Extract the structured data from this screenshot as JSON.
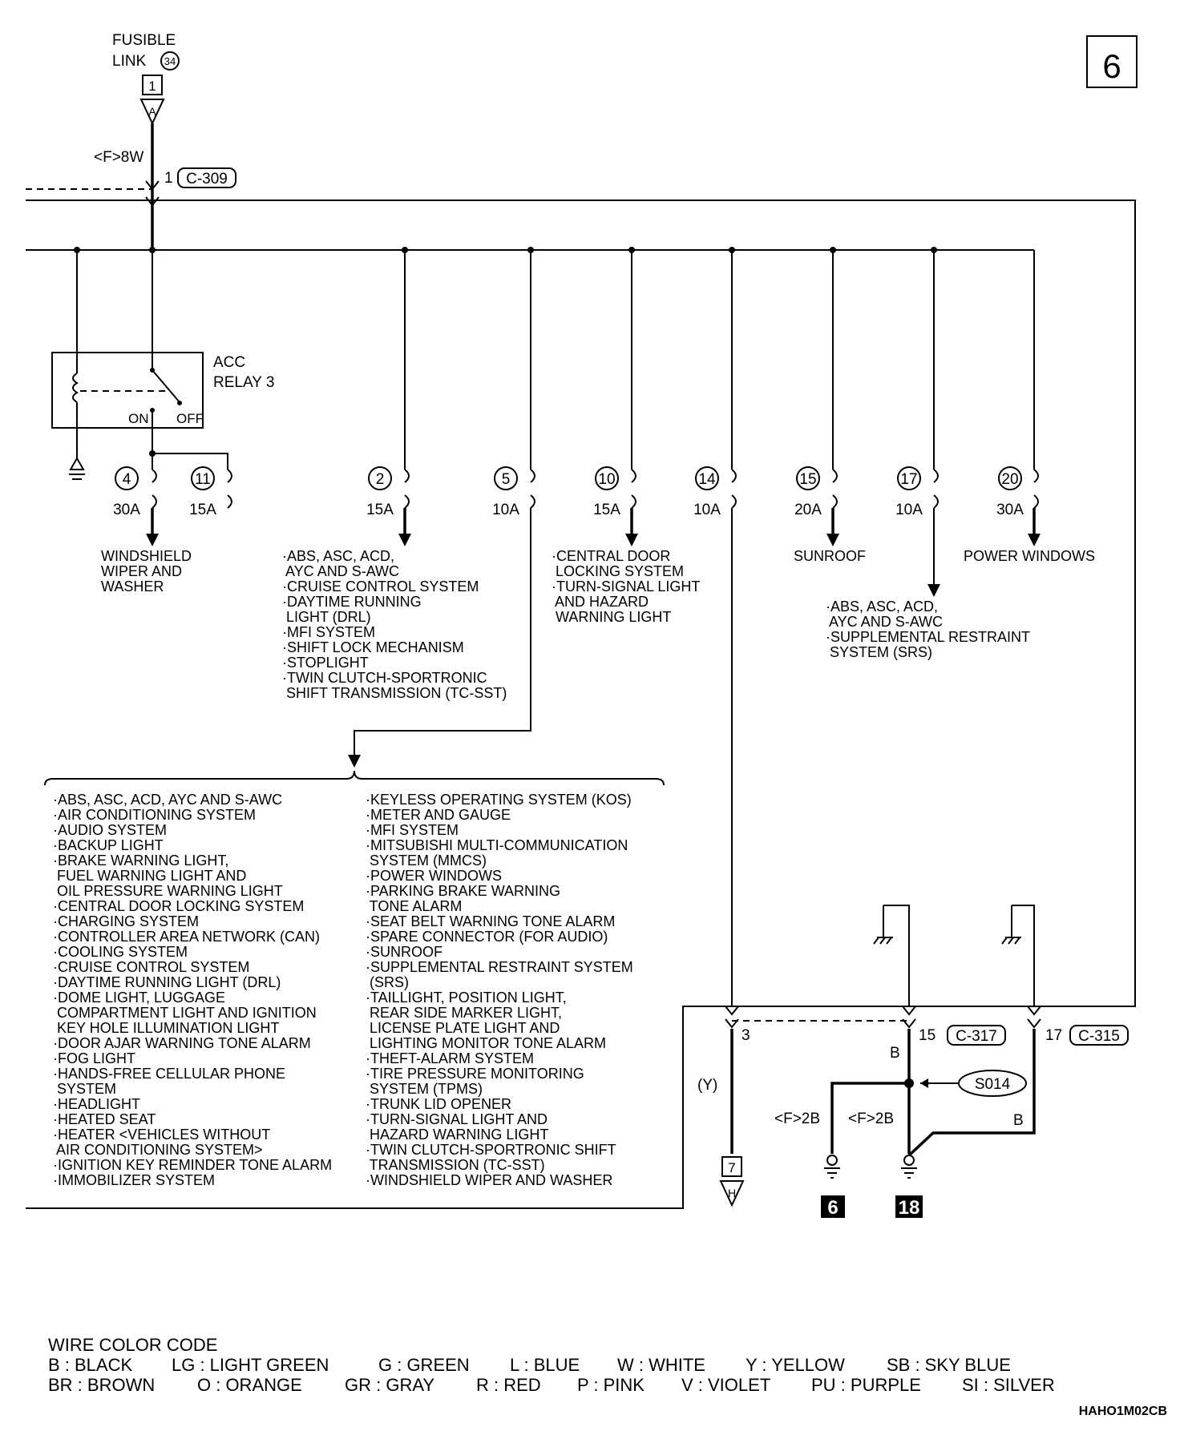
{
  "page_number": "6",
  "fusible_link": {
    "line1": "FUSIBLE",
    "line2": "LINK",
    "number": "34",
    "connector_pin": "1",
    "off_page": "A"
  },
  "source_wire": "<F>8W",
  "source_connector": {
    "pin": "1",
    "id": "C-309"
  },
  "relay": {
    "line1": "ACC",
    "line2": "RELAY 3",
    "on": "ON",
    "off": "OFF"
  },
  "fuses": [
    {
      "num": "4",
      "amp": "30A",
      "load": [
        "WINDSHIELD",
        "WIPER AND",
        "WASHER"
      ]
    },
    {
      "num": "11",
      "amp": "15A",
      "load": []
    },
    {
      "num": "2",
      "amp": "15A",
      "load": [
        "·ABS, ASC, ACD,",
        " AYC AND S-AWC",
        "·CRUISE CONTROL SYSTEM",
        "·DAYTIME RUNNING",
        " LIGHT (DRL)",
        "·MFI SYSTEM",
        "·SHIFT LOCK MECHANISM",
        "·STOPLIGHT",
        "·TWIN CLUTCH-SPORTRONIC",
        " SHIFT TRANSMISSION (TC-SST)"
      ]
    },
    {
      "num": "5",
      "amp": "10A",
      "load": []
    },
    {
      "num": "10",
      "amp": "15A",
      "load": [
        "·CENTRAL DOOR",
        " LOCKING SYSTEM",
        "·TURN-SIGNAL LIGHT",
        " AND HAZARD",
        " WARNING LIGHT"
      ]
    },
    {
      "num": "14",
      "amp": "10A",
      "load": []
    },
    {
      "num": "15",
      "amp": "20A",
      "load": [
        "SUNROOF"
      ]
    },
    {
      "num": "17",
      "amp": "10A",
      "load": [
        "·ABS, ASC, ACD,",
        " AYC AND S-AWC",
        "·SUPPLEMENTAL RESTRAINT",
        " SYSTEM (SRS)"
      ]
    },
    {
      "num": "20",
      "amp": "30A",
      "load": [
        "POWER WINDOWS"
      ]
    }
  ],
  "fuse5_systems_left": [
    "·ABS, ASC, ACD, AYC AND S-AWC",
    "·AIR CONDITIONING SYSTEM",
    "·AUDIO SYSTEM",
    "·BACKUP LIGHT",
    "·BRAKE WARNING LIGHT,",
    " FUEL WARNING LIGHT AND",
    " OIL PRESSURE WARNING LIGHT",
    "·CENTRAL DOOR LOCKING SYSTEM",
    "·CHARGING SYSTEM",
    "·CONTROLLER AREA NETWORK (CAN)",
    "·COOLING SYSTEM",
    "·CRUISE CONTROL SYSTEM",
    "·DAYTIME RUNNING LIGHT (DRL)",
    "·DOME LIGHT, LUGGAGE",
    " COMPARTMENT LIGHT AND IGNITION",
    " KEY HOLE ILLUMINATION LIGHT",
    "·DOOR AJAR WARNING TONE ALARM",
    "·FOG LIGHT",
    "·HANDS-FREE CELLULAR PHONE",
    " SYSTEM",
    "·HEADLIGHT",
    "·HEATED SEAT",
    "·HEATER <VEHICLES WITHOUT",
    " AIR CONDITIONING SYSTEM>",
    "·IGNITION KEY REMINDER TONE ALARM",
    "·IMMOBILIZER SYSTEM"
  ],
  "fuse5_systems_right": [
    "·KEYLESS OPERATING SYSTEM (KOS)",
    "·METER AND GAUGE",
    "·MFI SYSTEM",
    "·MITSUBISHI MULTI-COMMUNICATION",
    " SYSTEM (MMCS)",
    "·POWER WINDOWS",
    "·PARKING BRAKE WARNING",
    " TONE ALARM",
    "·SEAT BELT WARNING TONE ALARM",
    "·SPARE CONNECTOR (FOR AUDIO)",
    "·SUNROOF",
    "·SUPPLEMENTAL RESTRAINT SYSTEM",
    " (SRS)",
    "·TAILLIGHT, POSITION LIGHT,",
    " REAR SIDE MARKER LIGHT,",
    " LICENSE PLATE LIGHT AND",
    " LIGHTING MONITOR TONE ALARM",
    "·THEFT-ALARM SYSTEM",
    "·TIRE PRESSURE MONITORING",
    " SYSTEM (TPMS)",
    "·TRUNK LID OPENER",
    "·TURN-SIGNAL LIGHT AND",
    " HAZARD WARNING LIGHT",
    "·TWIN CLUTCH-SPORTRONIC SHIFT",
    " TRANSMISSION (TC-SST)",
    "·WINDSHIELD WIPER AND WASHER"
  ],
  "lower_connectors": {
    "pin3": "3",
    "c317": {
      "pin": "15",
      "id": "C-317"
    },
    "c315": {
      "pin": "17",
      "id": "C-315"
    },
    "wire_y": "(Y)",
    "wire_b1": "B",
    "wire_b2": "B",
    "splice": "S014",
    "ground_wire_1": "<F>2B",
    "ground_wire_2": "<F>2B",
    "offpage_pin": "7",
    "offpage_letter": "H",
    "ground_1": "6",
    "ground_2": "18"
  },
  "wire_color_code": {
    "title": "WIRE COLOR CODE",
    "row1": [
      "B : BLACK",
      "LG : LIGHT GREEN",
      "G : GREEN",
      "L : BLUE",
      "W : WHITE",
      "Y : YELLOW",
      "SB : SKY BLUE"
    ],
    "row2": [
      "BR : BROWN",
      "O : ORANGE",
      "GR : GRAY",
      "R : RED",
      "P : PINK",
      "V : VIOLET",
      "PU : PURPLE",
      "SI : SILVER"
    ]
  },
  "doc_code": "HAHO1M02CB"
}
